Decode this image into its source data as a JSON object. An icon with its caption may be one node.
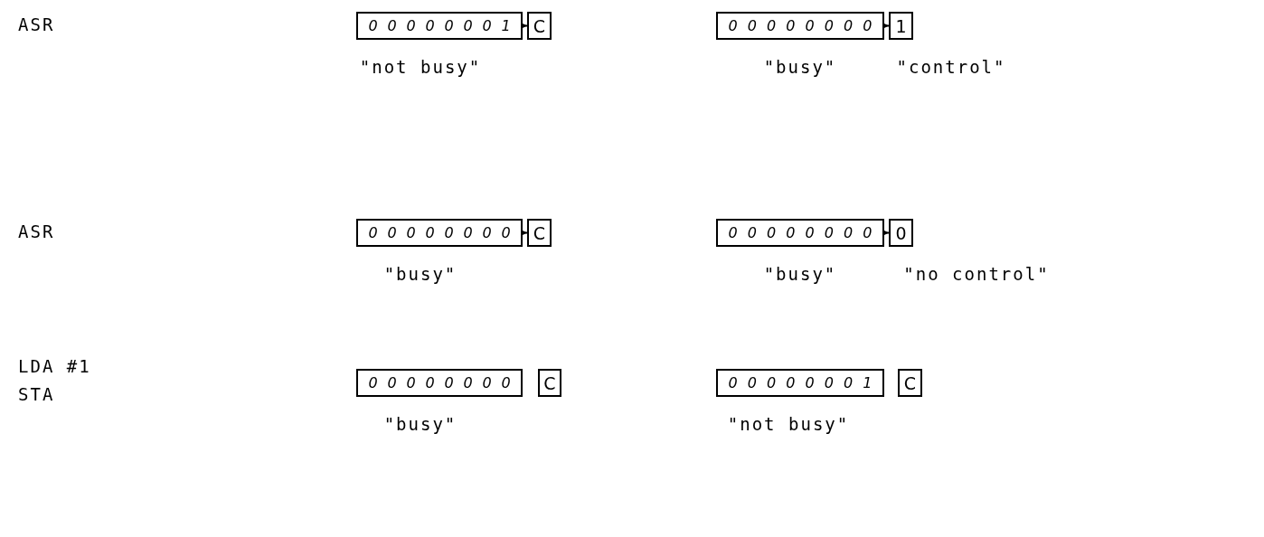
{
  "diagram": {
    "nodes": [
      {
        "text": [
          "0 0 0 0 0 0 0 1"
        ],
        "beside": [
          "\"not busy\""
        ]
      },
      {
        "text": [
          "C"
        ]
      },
      {
        "text": [
          "0 0 0 0 0 0 0 0"
        ],
        "beside": [
          "\"busy\""
        ]
      },
      {
        "text": [
          "1"
        ],
        "beside": [
          "\"control\""
        ]
      },
      {
        "text": [
          "0 0 0 0 0 0 0 0"
        ],
        "beside": [
          "\"busy\""
        ]
      },
      {
        "text": [
          "C"
        ]
      },
      {
        "text": [
          "0 0 0 0 0 0 0 0"
        ],
        "beside": [
          "\"busy\""
        ]
      },
      {
        "text": [
          "0"
        ],
        "beside": [
          "\"no control\""
        ]
      },
      {
        "text": [
          "0 0 0 0 0 0 0 0"
        ],
        "beside": [
          "\"busy\""
        ]
      },
      {
        "text": [
          "C"
        ]
      },
      {
        "text": [
          "0 0 0 0 0 0 0 1"
        ],
        "beside": [
          "\"not busy\""
        ]
      },
      {
        "text": [
          "C"
        ]
      }
    ],
    "edges": [
      {
        "from": 0,
        "to": 1,
        "arrow": "to"
      },
      {
        "from": 2,
        "to": 3,
        "arrow": "to"
      },
      {
        "from": 4,
        "to": 5,
        "arrow": "to"
      },
      {
        "from": 6,
        "to": 7,
        "arrow": "to"
      }
    ],
    "labels": [
      "ASR",
      "ASR",
      "LDA #1",
      "STA"
    ]
  }
}
